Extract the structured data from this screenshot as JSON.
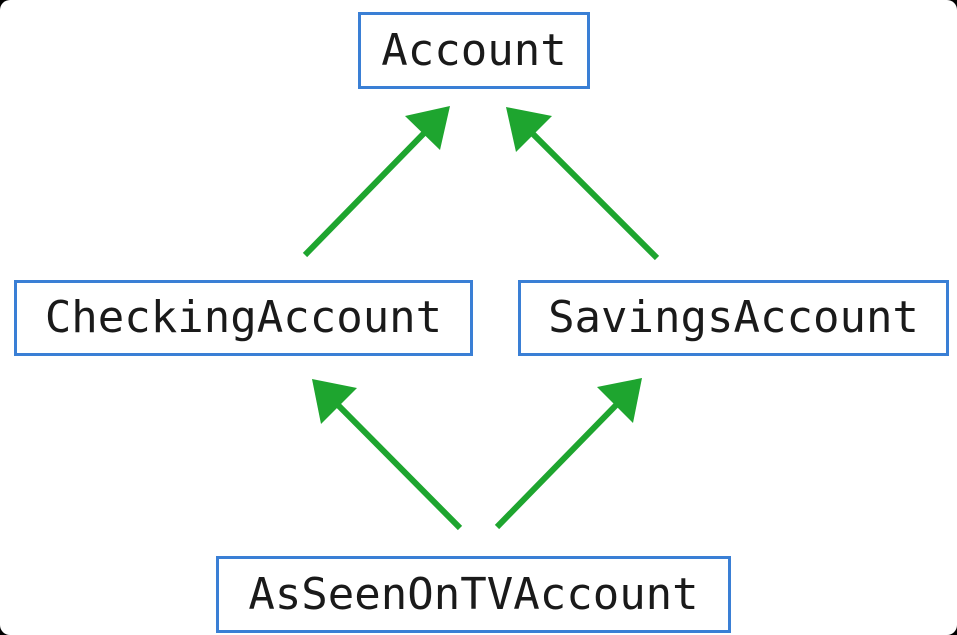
{
  "diagram": {
    "nodes": [
      {
        "id": "account",
        "label": "Account"
      },
      {
        "id": "checking",
        "label": "CheckingAccount"
      },
      {
        "id": "savings",
        "label": "SavingsAccount"
      },
      {
        "id": "asseen",
        "label": "AsSeenOnTVAccount"
      }
    ],
    "edges": [
      {
        "from": "checking",
        "to": "account"
      },
      {
        "from": "savings",
        "to": "account"
      },
      {
        "from": "asseen",
        "to": "checking"
      },
      {
        "from": "asseen",
        "to": "savings"
      }
    ],
    "colors": {
      "node_border": "#3a7fd5",
      "arrow": "#1ea52f",
      "text": "#1a1a1a"
    }
  }
}
